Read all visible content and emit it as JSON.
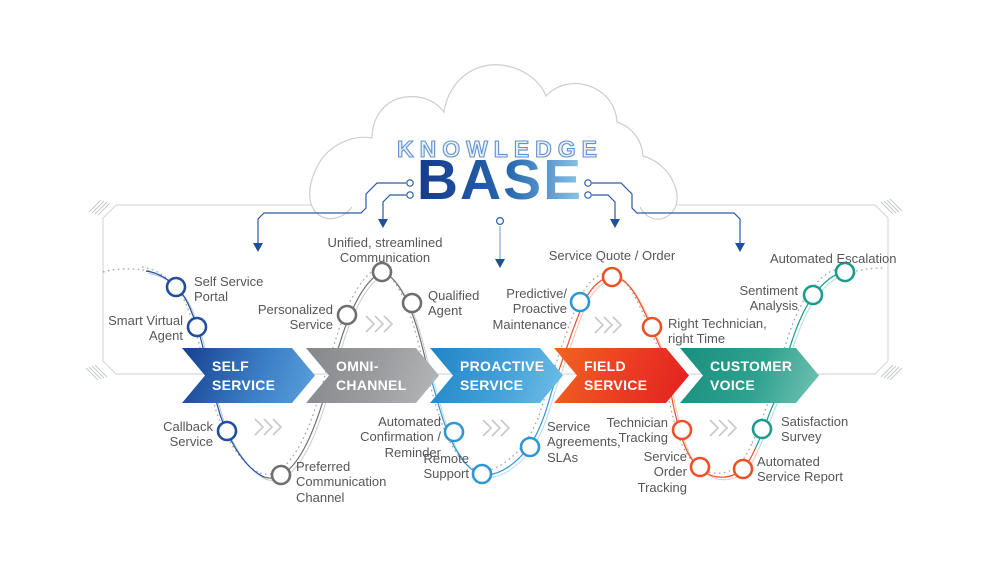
{
  "title": {
    "knowledge": "KNOWLEDGE",
    "base": "BASE"
  },
  "stages": [
    {
      "label": "SELF\nSERVICE",
      "color": "#1e4796"
    },
    {
      "label": "OMNI-\nCHANNEL",
      "color": "#97999c"
    },
    {
      "label": "PROACTIVE\nSERVICE",
      "color": "#3396d2"
    },
    {
      "label": "FIELD\nSERVICE",
      "color": "#e8402a"
    },
    {
      "label": "CUSTOMER\nVOICE",
      "color": "#1f9c8c"
    }
  ],
  "milestones": [
    {
      "label": "Self Service\nPortal",
      "color": "blue"
    },
    {
      "label": "Smart Virtual\nAgent",
      "color": "blue"
    },
    {
      "label": "Callback\nService",
      "color": "blue"
    },
    {
      "label": "Preferred\nCommunication\nChannel",
      "color": "gray"
    },
    {
      "label": "Personalized\nService",
      "color": "gray"
    },
    {
      "label": "Unified, streamlined\nCommunication",
      "color": "gray"
    },
    {
      "label": "Qualified\nAgent",
      "color": "gray"
    },
    {
      "label": "Automated\nConfirmation /\nReminder",
      "color": "light-blue"
    },
    {
      "label": "Remote\nSupport",
      "color": "light-blue"
    },
    {
      "label": "Service\nAgreements,\nSLAs",
      "color": "light-blue"
    },
    {
      "label": "Predictive/\nProactive\nMaintenance",
      "color": "light-blue"
    },
    {
      "label": "Service Quote / Order",
      "color": "red"
    },
    {
      "label": "Right Technician,\nright Time",
      "color": "red"
    },
    {
      "label": "Technician\nTracking",
      "color": "red"
    },
    {
      "label": "Service\nOrder\nTracking",
      "color": "red"
    },
    {
      "label": "Automated\nService Report",
      "color": "red"
    },
    {
      "label": "Satisfaction\nSurvey",
      "color": "teal"
    },
    {
      "label": "Sentiment\nAnalysis",
      "color": "teal"
    },
    {
      "label": "Automated Escalation",
      "color": "teal"
    }
  ],
  "palette": {
    "self_service_blue": "#1f4e9c",
    "omni_channel_gray": "#6d6e71",
    "proactive_light_blue": "#2e96d5",
    "field_service_red": "#ee5128",
    "customer_voice_teal": "#1a9c8b",
    "circuit_blue": "#2a5ba8",
    "label_text": "#55565a",
    "stage_text": "#ffffff",
    "outline_gray": "#d8d9da"
  }
}
